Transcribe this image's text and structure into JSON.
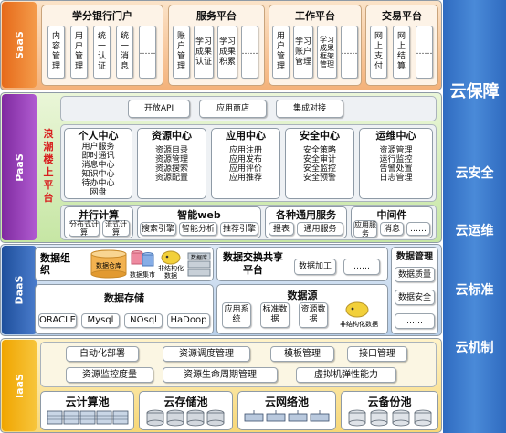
{
  "right": {
    "main": "云保障",
    "items": [
      "云安全",
      "云运维",
      "云标准",
      "云机制"
    ]
  },
  "layers": {
    "saas": "SaaS",
    "paas": "PaaS",
    "daas": "DaaS",
    "iaas": "IaaS"
  },
  "saas": {
    "groups": [
      {
        "title": "学分银行门户",
        "items": [
          "内容管理",
          "用户管理",
          "统一认证",
          "统一消息",
          "……"
        ]
      },
      {
        "title": "服务平台",
        "items": [
          "账户管理",
          "学习成果认证",
          "学习成果积累",
          "……"
        ]
      },
      {
        "title": "工作平台",
        "items": [
          "用户管理",
          "学习账户管理",
          "学习成果框架管理",
          "……"
        ]
      },
      {
        "title": "交易平台",
        "items": [
          "网上支付",
          "网上结算",
          "……"
        ]
      }
    ]
  },
  "paas": {
    "side_label": "浪潮楼上平台",
    "top": [
      "开放API",
      "应用商店",
      "集成对接"
    ],
    "centers": [
      {
        "title": "个人中心",
        "items": [
          "用户服务",
          "即时通讯",
          "消息中心",
          "知识中心",
          "待办中心",
          "网盘"
        ]
      },
      {
        "title": "资源中心",
        "items": [
          "资源目录",
          "资源管理",
          "资源搜索",
          "资源配置"
        ]
      },
      {
        "title": "应用中心",
        "items": [
          "应用注册",
          "应用发布",
          "应用评价",
          "应用推荐"
        ]
      },
      {
        "title": "安全中心",
        "items": [
          "安全策略",
          "安全审计",
          "安全监控",
          "安全预警"
        ]
      },
      {
        "title": "运维中心",
        "items": [
          "资源管理",
          "运行监控",
          "告警处置",
          "日志管理"
        ]
      }
    ],
    "parallel": {
      "title": "并行计算",
      "items": [
        "分布式计算",
        "流式计算"
      ]
    },
    "smartweb": {
      "title": "智能web",
      "items": [
        "搜索引擎",
        "智能分析",
        "推荐引擎"
      ]
    },
    "common": {
      "title": "各种通用服务",
      "items": [
        "报表",
        "通用服务"
      ]
    },
    "middleware": {
      "title": "中间件",
      "items": [
        "应用服务",
        "消息",
        "……"
      ]
    }
  },
  "daas": {
    "org": {
      "title": "数据组织",
      "warehouse": "数据仓库",
      "mart": "数据集市",
      "nonstruct": "非结构化数据",
      "db": "数据库"
    },
    "exchange": {
      "title": "数据交换共享平台",
      "items": [
        "数据加工",
        "……"
      ]
    },
    "storage": {
      "title": "数据存储",
      "items": [
        "ORACLE",
        "Mysql",
        "NOsql",
        "HaDoop"
      ]
    },
    "source": {
      "title": "数据源",
      "items": [
        "应用系统",
        "标准数据",
        "资源数据"
      ],
      "nonstruct": "非结构化数据"
    },
    "manage": {
      "title": "数据管理",
      "items": [
        "数据质量",
        "数据安全",
        "……"
      ]
    }
  },
  "iaas": {
    "row1": [
      "自动化部署",
      "资源调度管理",
      "模板管理",
      "接口管理"
    ],
    "row2": [
      "资源监控度量",
      "资源生命周期管理",
      "虚拟机弹性能力"
    ],
    "pools": [
      "云计算池",
      "云存储池",
      "云网络池",
      "云备份池"
    ]
  }
}
